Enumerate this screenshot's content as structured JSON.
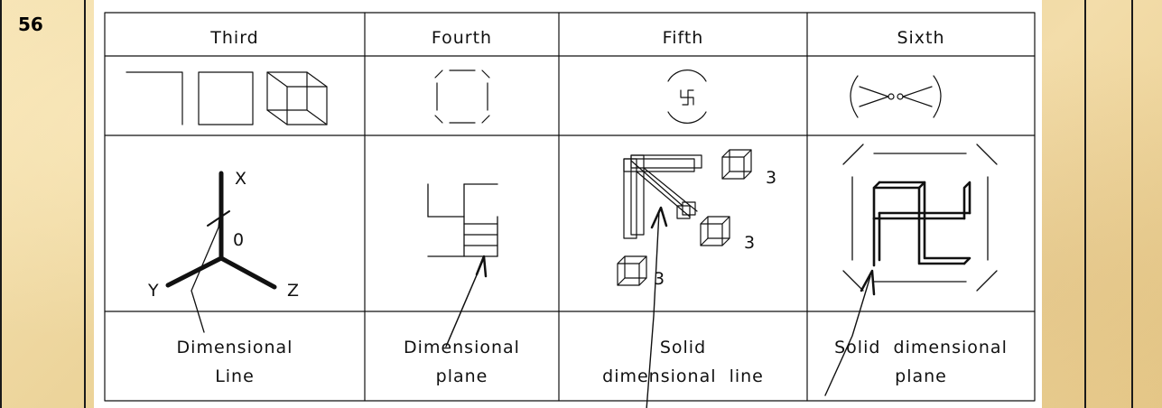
{
  "row_number": "56",
  "columns": [
    {
      "header": "Third",
      "caption_line1": "Dimensional",
      "caption_line2": "Line"
    },
    {
      "header": "Fourth",
      "caption_line1": "Dimensional",
      "caption_line2": "plane"
    },
    {
      "header": "Fifth",
      "caption_line1": "Solid",
      "caption_line2": "dimensional  line"
    },
    {
      "header": "Sixth",
      "caption_line1": "Solid  dimensional",
      "caption_line2": "plane"
    }
  ],
  "axes": {
    "x": "X",
    "y": "Y",
    "z": "Z",
    "origin": "0"
  },
  "cube_counts": [
    "3",
    "3",
    "3"
  ]
}
